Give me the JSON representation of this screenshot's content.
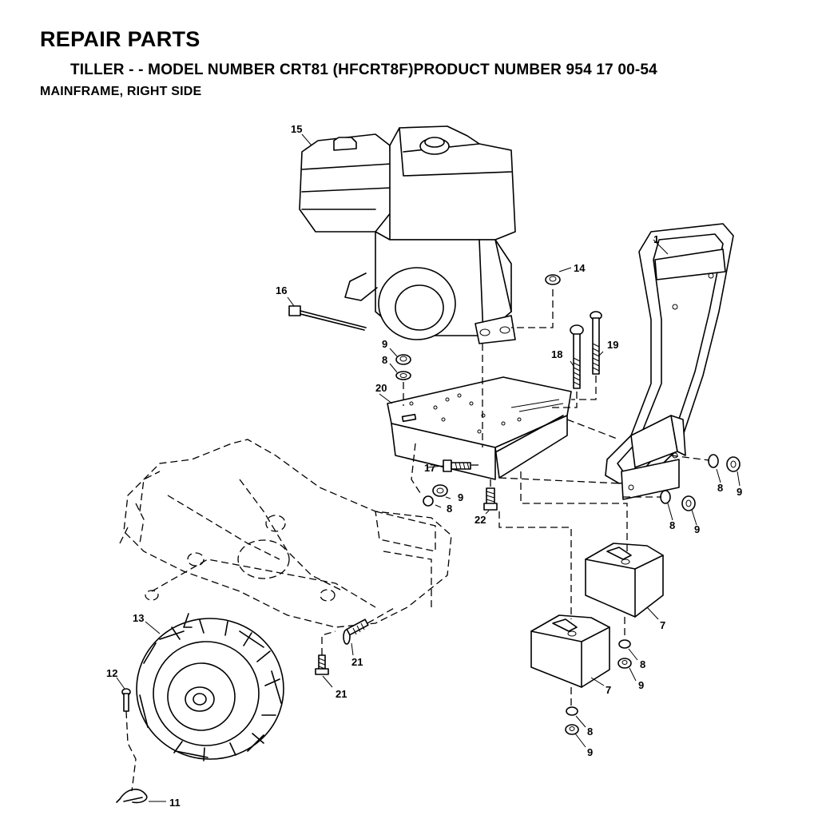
{
  "header": {
    "title": "REPAIR PARTS",
    "subtitle": "TILLER - - MODEL NUMBER CRT81 (HFCRT8F)PRODUCT NUMBER 954 17 00-54",
    "section": "MAINFRAME, RIGHT SIDE"
  },
  "callouts": {
    "c1": "1",
    "c7a": "7",
    "c7b": "7",
    "c8a": "8",
    "c8b": "8",
    "c8c": "8",
    "c8d": "8",
    "c8e": "8",
    "c8f": "8",
    "c9a": "9",
    "c9b": "9",
    "c9c": "9",
    "c9d": "9",
    "c9e": "9",
    "c9f": "9",
    "c11": "11",
    "c12": "12",
    "c13": "13",
    "c14": "14",
    "c15": "15",
    "c16": "16",
    "c17": "17",
    "c18": "18",
    "c19": "19",
    "c20": "20",
    "c21a": "21",
    "c21b": "21",
    "c22": "22"
  }
}
